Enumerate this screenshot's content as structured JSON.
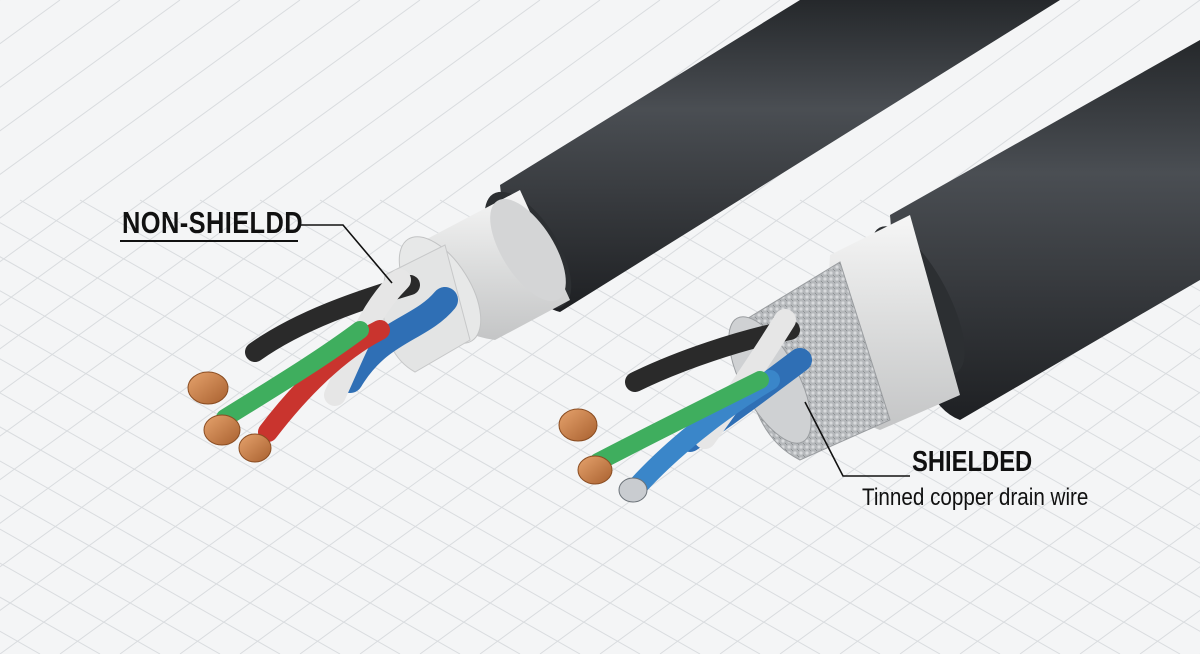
{
  "labels": {
    "non_shielded": "NON-SHIELDD",
    "shielded": "SHIELDED",
    "shielded_subtitle": "Tinned copper drain wire"
  },
  "colors": {
    "background": "#f4f5f6",
    "grid": "#d9dcdf",
    "jacket": "#3b3e42",
    "inner_insulation": "#e1e2e2",
    "braid_shield": "#b9bcbf",
    "copper": "#c7804a",
    "wire_green": "#3fae5e",
    "wire_red": "#c9342e",
    "wire_blue": "#2f6fb5",
    "wire_white": "#e6e6e6",
    "wire_black": "#2a2a2a"
  }
}
